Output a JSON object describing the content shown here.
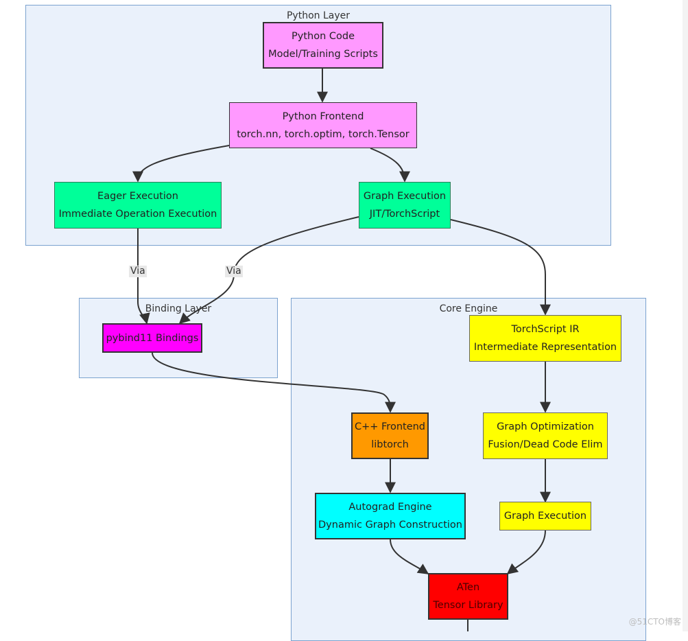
{
  "clusters": {
    "python_layer": "Python Layer",
    "binding_layer": "Binding Layer",
    "core_engine": "Core Engine"
  },
  "nodes": {
    "python_code": {
      "line1": "Python Code",
      "line2": "Model/Training Scripts",
      "color": "#ff99ff"
    },
    "python_frontend": {
      "line1": "Python Frontend",
      "line2": "torch.nn, torch.optim, torch.Tensor",
      "color": "#ff99ff"
    },
    "eager_execution": {
      "line1": "Eager Execution",
      "line2": "Immediate Operation Execution",
      "color": "#00ff99"
    },
    "graph_execution_jit": {
      "line1": "Graph Execution",
      "line2": "JIT/TorchScript",
      "color": "#00ff99"
    },
    "pybind11_bindings": {
      "line1": "pybind11 Bindings",
      "color": "#ff00ff"
    },
    "torchscript_ir": {
      "line1": "TorchScript IR",
      "line2": "Intermediate Representation",
      "color": "#ffff00"
    },
    "cpp_frontend": {
      "line1": "C++ Frontend",
      "line2": "libtorch",
      "color": "#ff9900"
    },
    "graph_optimization": {
      "line1": "Graph Optimization",
      "line2": "Fusion/Dead Code Elim",
      "color": "#ffff00"
    },
    "autograd_engine": {
      "line1": "Autograd Engine",
      "line2": "Dynamic Graph Construction",
      "color": "#00ffff"
    },
    "graph_execution_core": {
      "line1": "Graph Execution",
      "color": "#ffff00"
    },
    "aten": {
      "line1": "ATen",
      "line2": "Tensor Library",
      "color": "#ff0000"
    }
  },
  "edge_labels": {
    "eager_to_pybind": "Via",
    "graph_to_pybind": "Via"
  },
  "watermark": "@51CTO博客"
}
